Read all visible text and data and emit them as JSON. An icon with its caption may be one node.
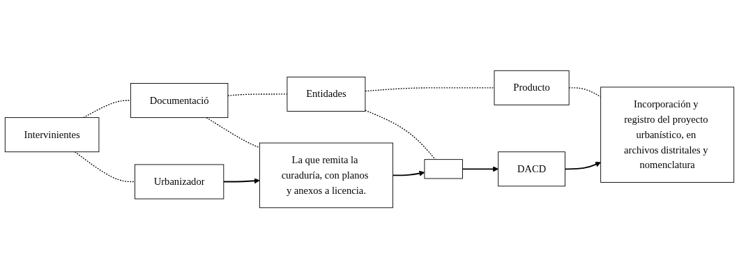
{
  "diagram": {
    "nodes": [
      {
        "text": [
          "Intervinientes"
        ]
      },
      {
        "text": [
          "Documentació"
        ]
      },
      {
        "text": [
          "Entidades"
        ]
      },
      {
        "text": [
          "Producto"
        ]
      },
      {
        "text": [
          "Urbanizador"
        ]
      },
      {
        "text": [
          "La que remita la curaduría, con planos y anexos a licencia."
        ]
      },
      {
        "text": [],
        "shape": "box"
      },
      {
        "text": [
          "DACD"
        ]
      },
      {
        "text": [
          "Incorporación y registro del proyecto urbanístico, en archivos distritales y nomenclatura"
        ]
      }
    ],
    "edges": [
      {
        "from": 0,
        "to": 1,
        "arrow": "none",
        "style": "dashed"
      },
      {
        "from": 1,
        "to": 2,
        "arrow": "none",
        "style": "dashed"
      },
      {
        "from": 2,
        "to": 3,
        "arrow": "none",
        "style": "dashed"
      },
      {
        "from": 0,
        "to": 4,
        "arrow": "none",
        "style": "dashed"
      },
      {
        "from": 1,
        "to": 5,
        "arrow": "none",
        "style": "dashed"
      },
      {
        "from": 2,
        "to": 6,
        "arrow": "none",
        "style": "dashed"
      },
      {
        "from": 3,
        "to": 8,
        "arrow": "none",
        "style": "dashed"
      },
      {
        "from": 4,
        "to": 5,
        "arrow": "to"
      },
      {
        "from": 5,
        "to": 6,
        "arrow": "to"
      },
      {
        "from": 6,
        "to": 7,
        "arrow": "to"
      },
      {
        "from": 7,
        "to": 8,
        "arrow": "to"
      }
    ]
  }
}
